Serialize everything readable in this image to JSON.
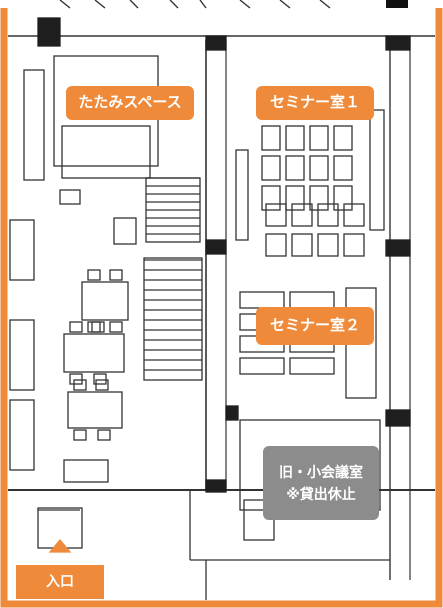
{
  "colors": {
    "accent": "#ee8a3a",
    "label_gray": "#8c8c8c",
    "line": "#333333",
    "wall": "#1e1e1e"
  },
  "rooms": {
    "tatami_space": "たたみスペース",
    "seminar_room_1": "セミナー室１",
    "seminar_room_2": "セミナー室２",
    "old_small_meeting_room": "旧・小会議室",
    "rental_suspended_note": "※貸出休止"
  },
  "entrance": {
    "label": "入口",
    "arrow_icon": "arrow-up-icon"
  }
}
